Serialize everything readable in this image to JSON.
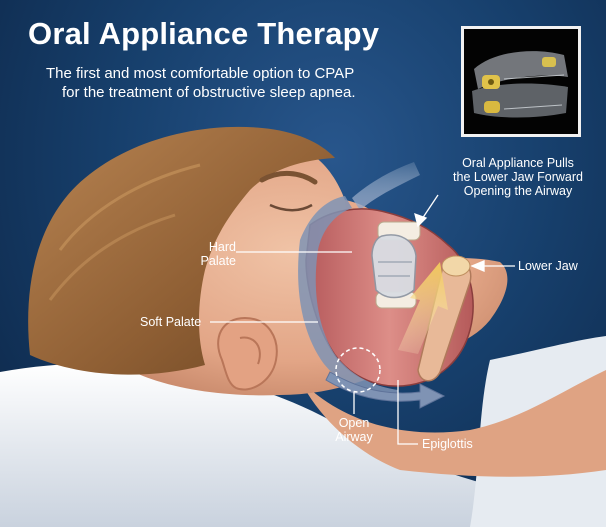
{
  "header": {
    "title": "Oral Appliance Therapy",
    "subtitle_line1": "The first and most comfortable option to CPAP",
    "subtitle_line2": "for the treatment of obstructive sleep apnea."
  },
  "labels": {
    "appliance_line1": "Oral Appliance Pulls",
    "appliance_line2": "the Lower Jaw Forward",
    "appliance_line3": "Opening the Airway",
    "hard_palate_line1": "Hard",
    "hard_palate_line2": "Palate",
    "lower_jaw": "Lower Jaw",
    "soft_palate": "Soft Palate",
    "open_airway_line1": "Open",
    "open_airway_line2": "Airway",
    "epiglottis": "Epiglottis"
  },
  "colors": {
    "background": "#17406d",
    "skin": "#e9b394",
    "hair": "#9a6b3e",
    "pillow": "#eef1f5",
    "tissue": "#c96e6e",
    "airway_arrow": "#7f93b4",
    "jaw_arrow": "#f1c75a"
  }
}
